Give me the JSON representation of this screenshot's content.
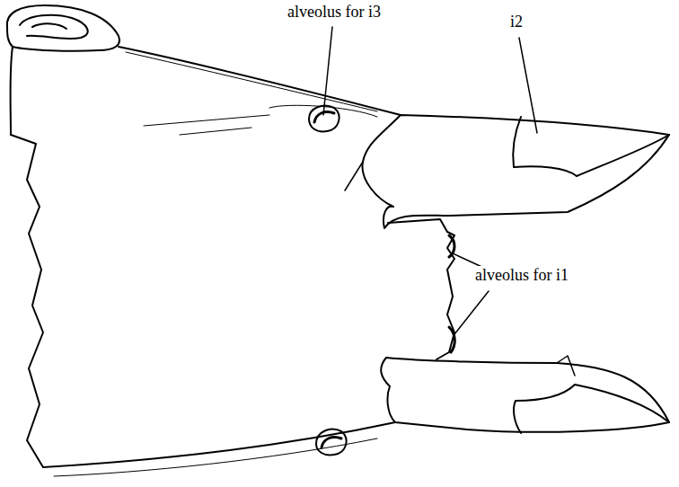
{
  "diagram": {
    "labels": [
      "alveolus for i3",
      "i2",
      "alveolus for i1"
    ]
  }
}
